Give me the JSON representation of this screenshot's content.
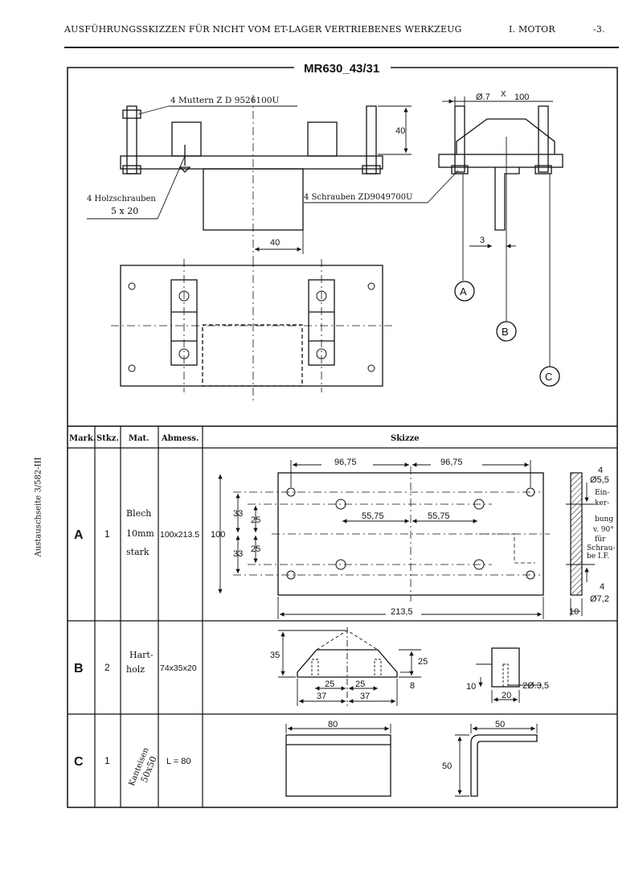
{
  "header": {
    "title": "AUSFÜHRUNGSSKIZZEN FÜR NICHT VOM ET-LAGER VERTRIEBENES WERKZEUG",
    "section": "I. MOTOR",
    "page": "-3."
  },
  "side_note": "Austauschseite 3/582-III",
  "drawing": {
    "number": "MR630_43/31",
    "callouts": {
      "nuts": "4 Muttern  Z D  9526100U",
      "wood_screws_1": "4 Holzschrauben",
      "wood_screws_2": "5 x 20",
      "screws": "4 Schrauben ZD9049700U",
      "diameter": "Ø.7",
      "x": "X",
      "length": "100"
    },
    "dims": {
      "height_40": "40",
      "offset_40": "40",
      "gap_3": "3"
    },
    "markers": {
      "a": "A",
      "b": "B",
      "c": "C"
    }
  },
  "table": {
    "headers": {
      "mark": "Mark.",
      "qty": "Stkz.",
      "mat": "Mat.",
      "dims": "Abmess.",
      "sketch": "Skizze"
    },
    "rows": [
      {
        "mark": "A",
        "qty": "1",
        "mat": [
          "Blech",
          "10mm",
          "stark"
        ],
        "dims": "100x213.5",
        "sketch": {
          "d9675a": "96,75",
          "d9675b": "96,75",
          "d5575a": "55,75",
          "d5575b": "55,75",
          "d33a": "33",
          "d33b": "33",
          "d25a": "25",
          "d25b": "25",
          "d100": "100",
          "d2135": "213,5",
          "d10": "10",
          "n4a": "4",
          "d55": "Ø5,5",
          "note": [
            "Ein-",
            "ker-",
            "bung",
            "v. 90°",
            "für",
            "Schrau-",
            "be I.F."
          ],
          "n4b": "4",
          "d72": "Ø7,2"
        }
      },
      {
        "mark": "B",
        "qty": "2",
        "mat": [
          "Hart-",
          "holz"
        ],
        "dims": "74x35x20",
        "sketch": {
          "d35": "35",
          "d25r": "25",
          "d8": "8",
          "d25a": "25",
          "d25b": "25",
          "d37a": "37",
          "d37b": "37",
          "d10": "10",
          "d20": "20",
          "d235": "2Ø.3,5"
        }
      },
      {
        "mark": "C",
        "qty": "1",
        "mat": [
          "Kanteisen",
          "50x50"
        ],
        "dims": "L = 80",
        "sketch": {
          "d80": "80",
          "d50a": "50",
          "d50b": "50"
        }
      }
    ]
  }
}
